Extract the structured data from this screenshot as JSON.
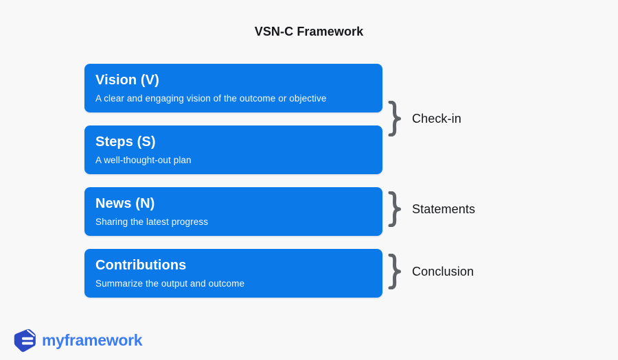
{
  "title": "VSN-C Framework",
  "boxes": [
    {
      "heading": "Vision (V)",
      "description": "A clear and engaging vision of the outcome or objective"
    },
    {
      "heading": "Steps (S)",
      "description": "A well-thought-out plan"
    },
    {
      "heading": "News (N)",
      "description": "Sharing the latest progress"
    },
    {
      "heading": "Contributions",
      "description": "Summarize the output and outcome"
    }
  ],
  "annotations": [
    {
      "label": "Check-in"
    },
    {
      "label": "Statements"
    },
    {
      "label": "Conclusion"
    }
  ],
  "logo": {
    "text": "myframework"
  },
  "colors": {
    "background": "#F8F8F8",
    "box_blue": "#0B79E8",
    "brace_gray": "#5F6266",
    "text_dark": "#15171A",
    "logo_blue": "#3C7CEF",
    "logo_icon_blue": "#2B4AC4"
  }
}
